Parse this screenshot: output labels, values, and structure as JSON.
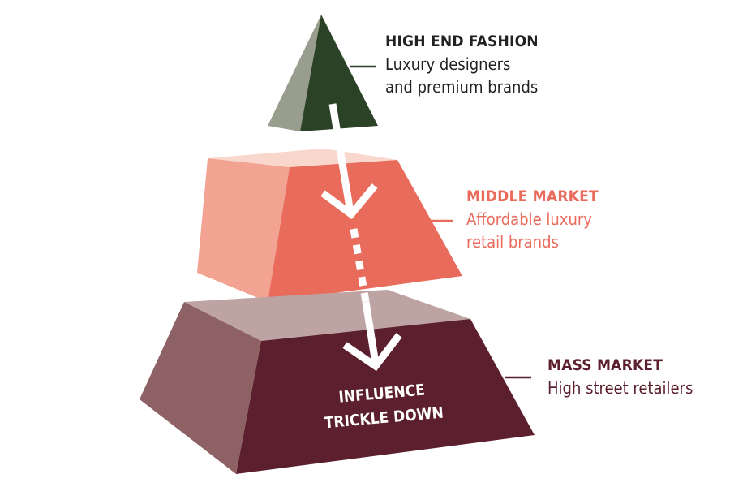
{
  "tiers": [
    {
      "title": "HIGH END FASHION",
      "lines": [
        "Luxury designers",
        "and premium brands"
      ],
      "color": "#2c4227"
    },
    {
      "title": "MIDDLE MARKET",
      "lines": [
        "Affordable luxury",
        "retail brands"
      ],
      "color": "#e96b5c"
    },
    {
      "title": "MASS MARKET",
      "lines": [
        "High street retailers"
      ],
      "color": "#5c1f2e"
    }
  ],
  "arrow_label": [
    "INFLUENCE",
    "TRICKLE DOWN"
  ]
}
